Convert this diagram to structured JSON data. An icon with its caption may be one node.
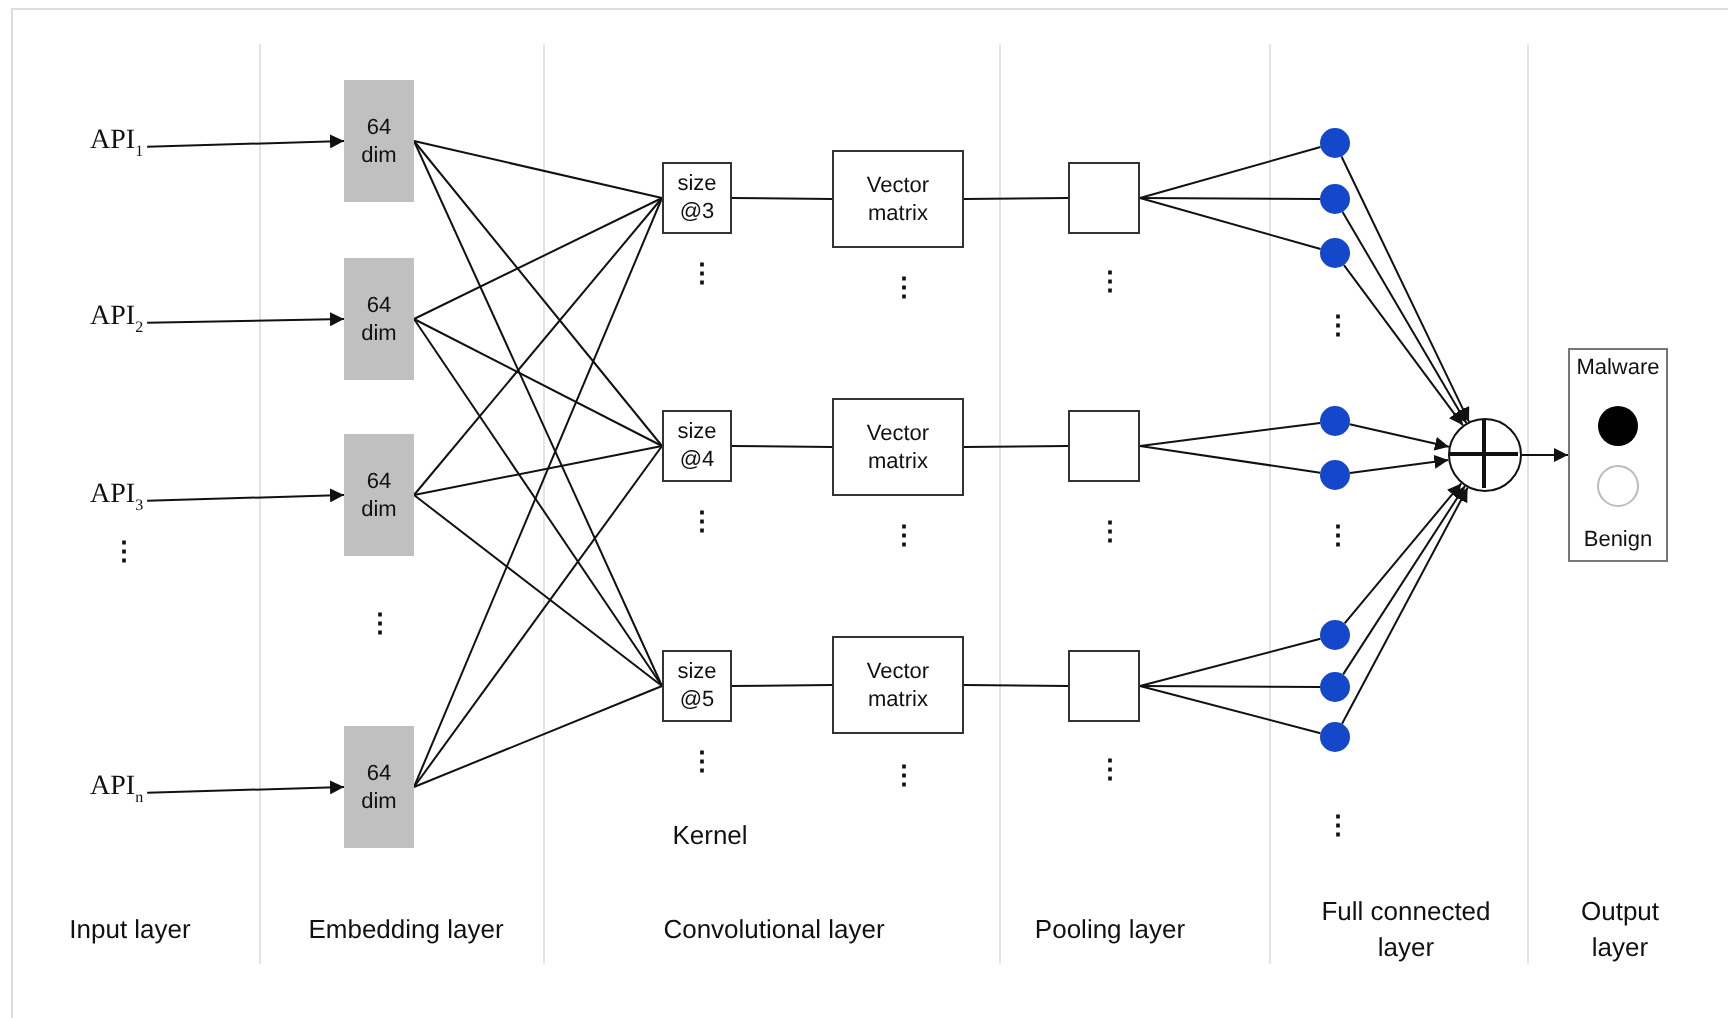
{
  "diagram": {
    "nodes": [
      {
        "text": [
          "API$_{1}$"
        ]
      },
      {
        "text": [
          "API$_{2}$"
        ]
      },
      {
        "text": [
          "API$_{3}$"
        ]
      },
      {
        "text": [
          "API$_{n}$"
        ]
      },
      {
        "text": [
          "64 dim"
        ]
      },
      {
        "text": [
          "64 dim"
        ]
      },
      {
        "text": [
          "64 dim"
        ]
      },
      {
        "text": [
          "64 dim"
        ]
      },
      {
        "text": [
          "size @3"
        ]
      },
      {
        "text": [
          "size @4"
        ]
      },
      {
        "text": [
          "size @5"
        ]
      },
      {
        "text": [
          "Vector matrix"
        ]
      },
      {
        "text": [
          "Vector matrix"
        ]
      },
      {
        "text": [
          "Vector matrix"
        ]
      },
      {
        "text": [],
        "shape": "box"
      },
      {
        "text": [],
        "shape": "box"
      },
      {
        "text": [],
        "shape": "box"
      },
      {
        "text": [],
        "shape": "circle"
      },
      {
        "text": [],
        "shape": "circle"
      },
      {
        "text": [],
        "shape": "circle"
      },
      {
        "text": [],
        "shape": "circle"
      },
      {
        "text": [],
        "shape": "circle"
      },
      {
        "text": [],
        "shape": "circle"
      },
      {
        "text": [],
        "shape": "circle"
      },
      {
        "text": [],
        "shape": "circle"
      },
      {
        "text": [],
        "shape": "circle"
      },
      {
        "text": [
          "Malware",
          "Benign"
        ]
      }
    ],
    "edges": [
      {
        "from": 0,
        "to": 4,
        "arrow": "to"
      },
      {
        "from": 1,
        "to": 5,
        "arrow": "to"
      },
      {
        "from": 2,
        "to": 6,
        "arrow": "to"
      },
      {
        "from": 3,
        "to": 7,
        "arrow": "to"
      },
      {
        "from": 4,
        "to": 8,
        "arrow": "none"
      },
      {
        "from": 4,
        "to": 9,
        "arrow": "none"
      },
      {
        "from": 4,
        "to": 10,
        "arrow": "none"
      },
      {
        "from": 5,
        "to": 8,
        "arrow": "none"
      },
      {
        "from": 5,
        "to": 9,
        "arrow": "none"
      },
      {
        "from": 5,
        "to": 10,
        "arrow": "none"
      },
      {
        "from": 6,
        "to": 8,
        "arrow": "none"
      },
      {
        "from": 6,
        "to": 9,
        "arrow": "none"
      },
      {
        "from": 6,
        "to": 10,
        "arrow": "none"
      },
      {
        "from": 7,
        "to": 8,
        "arrow": "none"
      },
      {
        "from": 7,
        "to": 9,
        "arrow": "none"
      },
      {
        "from": 7,
        "to": 10,
        "arrow": "none"
      },
      {
        "from": 8,
        "to": 11,
        "arrow": "none"
      },
      {
        "from": 9,
        "to": 12,
        "arrow": "none"
      },
      {
        "from": 10,
        "to": 13,
        "arrow": "none"
      },
      {
        "from": 11,
        "to": 14,
        "arrow": "none"
      },
      {
        "from": 12,
        "to": 15,
        "arrow": "none"
      },
      {
        "from": 13,
        "to": 16,
        "arrow": "none"
      },
      {
        "from": 14,
        "to": 17,
        "arrow": "none"
      },
      {
        "from": 14,
        "to": 18,
        "arrow": "none"
      },
      {
        "from": 14,
        "to": 19,
        "arrow": "none"
      },
      {
        "from": 15,
        "to": 20,
        "arrow": "none"
      },
      {
        "from": 15,
        "to": 21,
        "arrow": "none"
      },
      {
        "from": 16,
        "to": 22,
        "arrow": "none"
      },
      {
        "from": 16,
        "to": 23,
        "arrow": "none"
      },
      {
        "from": 16,
        "to": 24,
        "arrow": "none"
      },
      {
        "from": 17,
        "to": 25,
        "arrow": "to"
      },
      {
        "from": 18,
        "to": 25,
        "arrow": "to"
      },
      {
        "from": 19,
        "to": 25,
        "arrow": "to"
      },
      {
        "from": 20,
        "to": 25,
        "arrow": "to"
      },
      {
        "from": 21,
        "to": 25,
        "arrow": "to"
      },
      {
        "from": 22,
        "to": 25,
        "arrow": "to"
      },
      {
        "from": 23,
        "to": 25,
        "arrow": "to"
      },
      {
        "from": 24,
        "to": 25,
        "arrow": "to"
      },
      {
        "from": 25,
        "to": 26,
        "arrow": "to"
      }
    ],
    "labels": [
      "⋮",
      "⋮",
      "⋮",
      "⋮",
      "⋮",
      "⋮",
      "⋮",
      "⋮",
      "⋮",
      "⋮",
      "⋮",
      "⋮",
      "⋮",
      "⋮",
      "Kernel",
      "Input layer",
      "Embedding layer",
      "Convolutional layer",
      "Pooling layer",
      "Full connected layer",
      "Output layer"
    ]
  }
}
